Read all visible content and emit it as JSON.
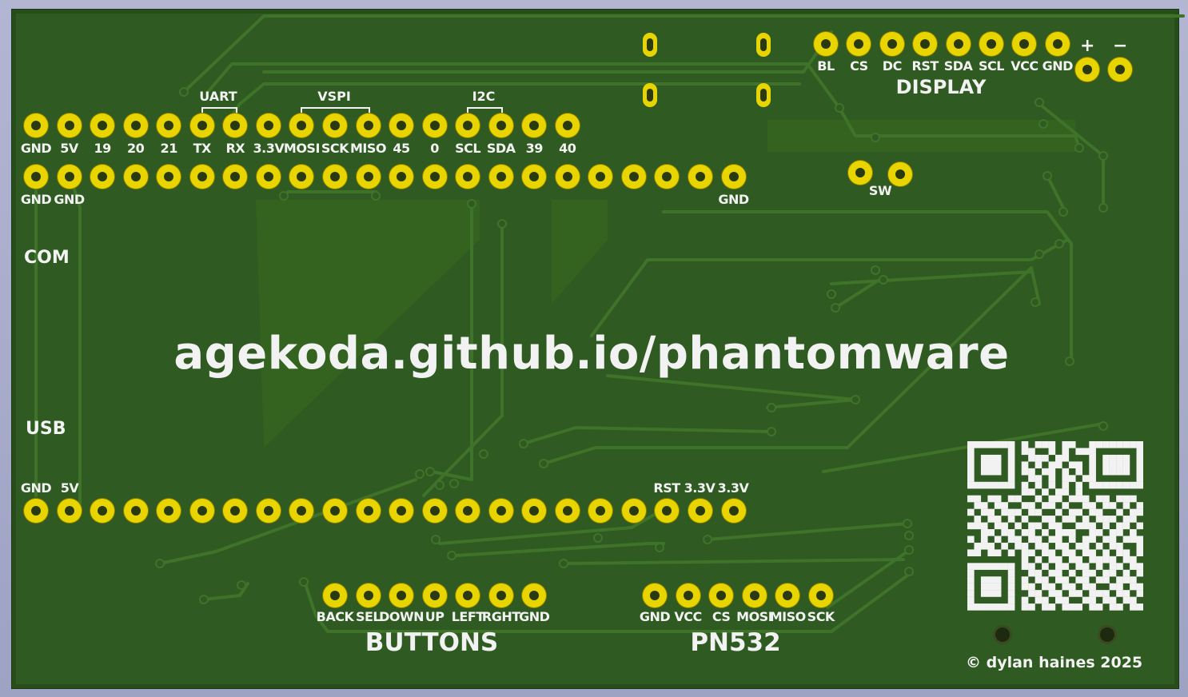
{
  "board": {
    "url": "agekoda.github.io/phantomware",
    "copyright": "© dylan haines 2025",
    "com_label": "COM",
    "usb_label": "USB",
    "colors": {
      "soldermask": "#2f5a21",
      "copper_trace": "#3c7028",
      "pad": "#e8d500",
      "silkscreen": "#f2f2f2",
      "background": "#a9acc9"
    }
  },
  "top_header": {
    "upper_labels": [
      "GND",
      "5V",
      "19",
      "20",
      "21",
      "TX",
      "RX",
      "3.3V",
      "MOSI",
      "SCK",
      "MISO",
      "45",
      "0",
      "SCL",
      "SDA",
      "39",
      "40"
    ],
    "groups": [
      {
        "name": "UART"
      },
      {
        "name": "VSPI"
      },
      {
        "name": "I2C"
      }
    ],
    "lower_row_labels": [
      "GND",
      "GND",
      "",
      "",
      "",
      "",
      "",
      "",
      "",
      "",
      "",
      "",
      "",
      "",
      "",
      "",
      "",
      "",
      "",
      "",
      "",
      "GND"
    ]
  },
  "bottom_header": {
    "left_labels": [
      "GND",
      "5V"
    ],
    "right_labels": [
      "RST",
      "3.3V",
      "3.3V"
    ]
  },
  "display": {
    "title": "DISPLAY",
    "pins": [
      "BL",
      "CS",
      "DC",
      "RST",
      "SDA",
      "SCL",
      "VCC",
      "GND"
    ],
    "power_pins": [
      "+",
      "−"
    ]
  },
  "switch": {
    "label": "SW"
  },
  "buttons": {
    "title": "BUTTONS",
    "pins": [
      "BACK",
      "SEL",
      "DOWN",
      "UP",
      "LEFT",
      "RGHT",
      "GND"
    ]
  },
  "pn532": {
    "title": "PN532",
    "pins": [
      "GND",
      "VCC",
      "CS",
      "MOSI",
      "MISO",
      "SCK"
    ]
  },
  "qr": {
    "modules": [
      "11111110101110110011111111",
      "10000010110010101110000001",
      "10111010011101100010111101",
      "10111010101011011010111101",
      "10111010110110101010111101",
      "10000010011010110110000001",
      "11111110101010101011111111",
      "00000000110101101000000000",
      "11011011001011011101101110",
      "01101100110110100110110101",
      "10110111011001011011001011",
      "01011010100110110101110110",
      "11101101011011001110101101",
      "00110110110101110011011010",
      "10101011011011010110110111",
      "01110101101101101101011001",
      "11011010110110110110101101",
      "00000000101011011011110110",
      "11111110110101101101011011",
      "10000010011011010110110101",
      "10111010101101101101101110",
      "10111010110110110110011011",
      "10111010011011011011101101",
      "10000010101101100110110110",
      "11111110110110111011011011",
      "00000000000000000000000000"
    ]
  }
}
